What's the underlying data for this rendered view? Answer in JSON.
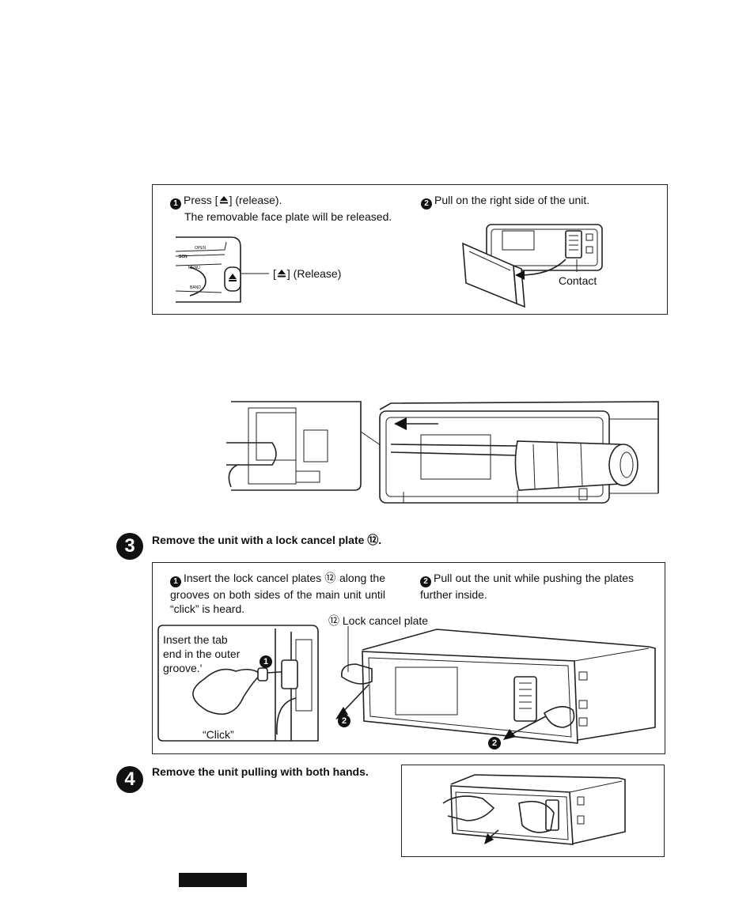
{
  "panel1": {
    "step1_num": "1",
    "step1_line1": "Press [",
    "step1_line1_end": "] (release).",
    "step1_line2": "The removable face plate will be released.",
    "release_label_prefix": "[",
    "release_label_suffix": "] (Release)",
    "step2_num": "2",
    "step2_text": "Pull on the right side of the unit.",
    "contact_label": "Contact",
    "faceplate_labels": [
      "OPEN",
      "SCN",
      "MENU",
      "BAND"
    ]
  },
  "section3": {
    "step_number": "3",
    "heading": "Remove the unit with a lock cancel plate ⑫.",
    "sub1_num": "1",
    "sub1_text": "Insert the lock cancel plates ⑫ along the grooves on both sides of the main unit until “click” is heard.",
    "sub2_num": "2",
    "sub2_text": "Pull out the unit while pushing the plates further inside.",
    "lock_plate_label": "⑫ Lock cancel plate",
    "inset_text": "Insert the tab end in the outer groove.'",
    "click_label": "“Click”",
    "marker_1": "1",
    "marker_2a": "2",
    "marker_2b": "2"
  },
  "section4": {
    "step_number": "4",
    "heading": "Remove the unit pulling with both hands."
  },
  "colors": {
    "ink": "#111111",
    "paper": "#ffffff"
  }
}
